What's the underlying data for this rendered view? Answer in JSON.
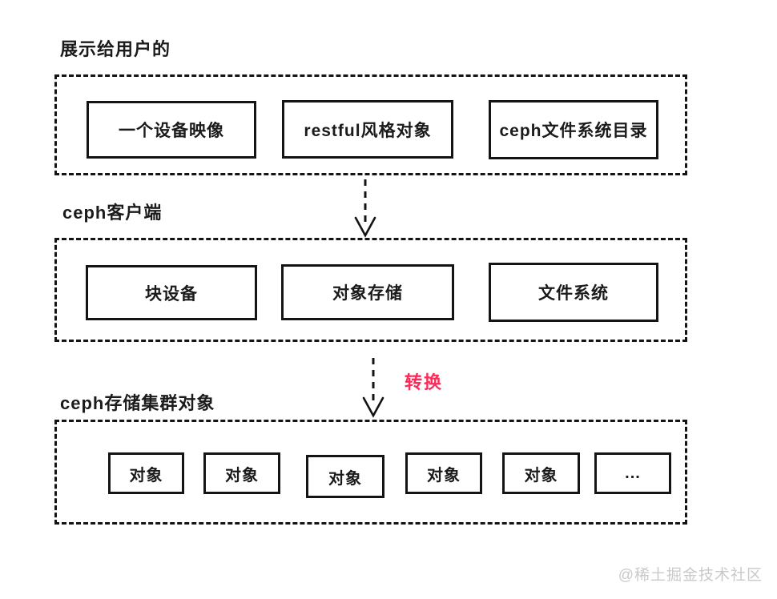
{
  "diagram": {
    "sections": [
      {
        "label": "展示给用户的",
        "boxes": [
          "一个设备映像",
          "restful风格对象",
          "ceph文件系统目录"
        ]
      },
      {
        "label": "ceph客户端",
        "boxes": [
          "块设备",
          "对象存储",
          "文件系统"
        ]
      },
      {
        "label": "ceph存储集群对象",
        "boxes": [
          "对象",
          "对象",
          "对象",
          "对象",
          "对象",
          "..."
        ]
      }
    ],
    "arrows": [
      {
        "label": ""
      },
      {
        "label": "转换"
      }
    ],
    "watermark": "@稀土掘金技术社区",
    "colors": {
      "ink": "#141414",
      "accent": "#fa2c5a",
      "watermark_gray": "#c9c9c9"
    }
  }
}
